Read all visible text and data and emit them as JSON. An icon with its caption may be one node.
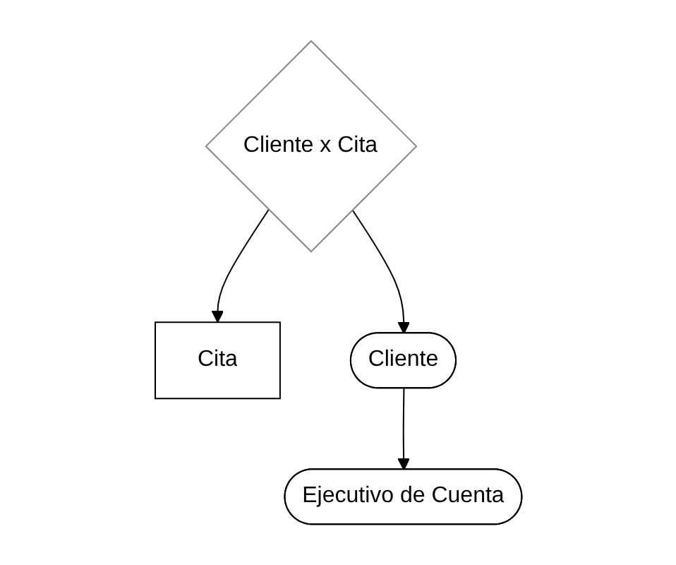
{
  "diagram": {
    "nodes": [
      {
        "text": [
          "Cita"
        ]
      },
      {
        "text": [
          "Cliente x Cita"
        ]
      },
      {
        "text": [
          "Cliente"
        ]
      },
      {
        "text": [
          "Ejecutivo de Cuenta"
        ]
      }
    ],
    "edges": [
      {
        "from": 1,
        "to": 0,
        "arrow": "to"
      },
      {
        "from": 1,
        "to": 2,
        "arrow": "to"
      },
      {
        "from": 2,
        "to": 3,
        "arrow": "to"
      }
    ]
  }
}
